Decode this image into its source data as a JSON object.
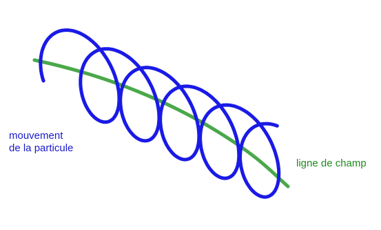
{
  "labels": {
    "particle_motion_line1": "mouvement",
    "particle_motion_line2": "de la particule",
    "field_line": "ligne de champ"
  },
  "colors": {
    "helix": "#1a1ae6",
    "field_line": "#4aa84a",
    "motion_text": "#1a1acc",
    "field_text": "#1f8a1f",
    "background": "#ffffff"
  },
  "helix": {
    "turns": 5
  }
}
